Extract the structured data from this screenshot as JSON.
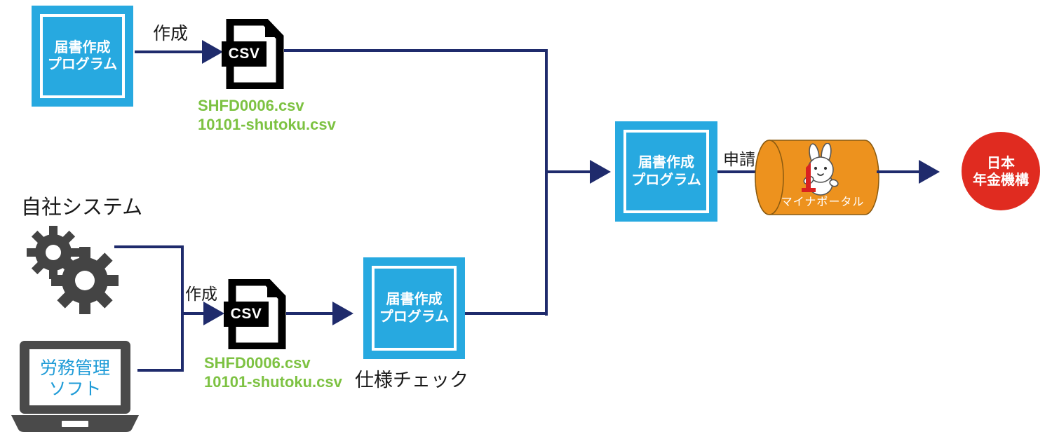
{
  "diagram": {
    "title_visible": false,
    "colors": {
      "program_box_blue": "#27A9E0",
      "line_navy": "#1F2B6C",
      "csv_filename_green": "#7DC242",
      "portal_orange": "#ED921E",
      "pension_red": "#E02B20",
      "gear_gray": "#444444",
      "laptop_gray": "#4A4A4A",
      "laptop_text_blue": "#1E9BD7"
    },
    "nodes": {
      "top_program_box": {
        "label": "届書作成\nプログラム"
      },
      "top_csv": {
        "badge": "CSV",
        "filenames": "SHFD0006.csv\n10101-shutoku.csv"
      },
      "own_system_label": "自社システム",
      "gears_icon_name": "gears-icon",
      "laptop": {
        "screen_text": "労務管理\nソフト"
      },
      "bottom_csv": {
        "badge": "CSV",
        "filenames": "SHFD0006.csv\n10101-shutoku.csv"
      },
      "spec_check_box": {
        "label": "届書作成\nプログラム",
        "caption": "仕様チェック"
      },
      "main_program_box": {
        "label": "届書作成\nプログラム"
      },
      "myna_portal": {
        "label": "マイナポータル",
        "mascot": "rabbit-mascot",
        "mascot_number": "1"
      },
      "pension_service": {
        "label": "日本\n年金機構"
      }
    },
    "edges": {
      "top_create": "作成",
      "bottom_create": "作成",
      "application": "申請"
    }
  }
}
